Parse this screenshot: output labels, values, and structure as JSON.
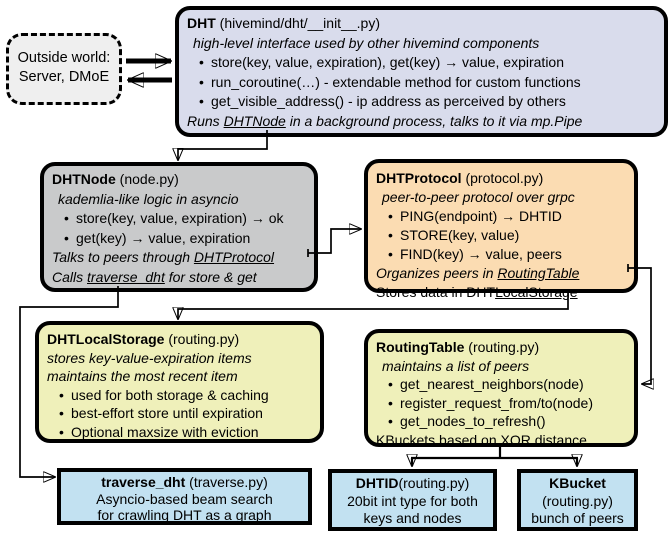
{
  "ui": {
    "bullet": "•"
  },
  "colors": {
    "border": "#000000",
    "dht_bg": "#d9dcec",
    "node_bg": "#c9cacb",
    "protocol_bg": "#fbdcb2",
    "storage_bg": "#eff0ba",
    "blue_bg": "#c2e1f1",
    "outside_bg": "#efefef"
  },
  "outside": {
    "lines": [
      "Outside world:",
      "Server, DMoE"
    ]
  },
  "dht": {
    "title_bold": "DHT",
    "title_rest": " (hivemind/dht/__init__.py)",
    "subtitle": "high-level interface used by other hivemind components",
    "bullets": [
      "store(key, value, expiration), get(key) → value, expiration",
      "run_coroutine(…) - extendable method for custom functions",
      "get_visible_address() - ip address as perceived by others"
    ],
    "footer_pre": "Runs ",
    "footer_underline": "DHTNode",
    "footer_post": " in a background process, talks to it via mp.Pipe"
  },
  "dhtnode": {
    "title_bold": "DHTNode",
    "title_rest": " (node.py)",
    "subtitle": "kademlia-like logic in asyncio",
    "bullets": [
      "store(key, value, expiration) → ok",
      "get(key) → value, expiration"
    ],
    "footer1_pre": "Talks to peers through ",
    "footer1_underline": "DHTProtocol",
    "footer2_pre": "Calls ",
    "footer2_underline": "traverse_dht",
    "footer2_post": " for store & get"
  },
  "dhtprotocol": {
    "title_bold": "DHTProtocol",
    "title_rest": " (protocol.py)",
    "subtitle": "peer-to-peer protocol over grpc",
    "bullets": [
      "PING(endpoint) → DHTID",
      "STORE(key, value)",
      "FIND(key) → value, peers"
    ],
    "footer1_pre": "Organizes peers in ",
    "footer1_underline": "RoutingTable",
    "footer2_pre": "Stores data in DHT",
    "footer2_underline": "LocalStorage"
  },
  "dhtlocalstorage": {
    "title_bold": "DHTLocalStorage",
    "title_rest": " (routing.py)",
    "subtitles": [
      "stores key-value-expiration items",
      "maintains the most recent item"
    ],
    "bullets": [
      "used for both storage & caching",
      "best-effort store until expiration",
      "Optional maxsize with eviction"
    ]
  },
  "routingtable": {
    "title_bold": "RoutingTable",
    "title_rest": " (routing.py)",
    "subtitle": "maintains a list of peers",
    "bullets": [
      "get_nearest_neighbors(node)",
      "register_request_from/to(node)",
      "get_nodes_to_refresh()"
    ],
    "footer": "KBuckets based on XOR distance"
  },
  "traverse": {
    "title_bold": "traverse_dht",
    "title_rest": " (traverse.py)",
    "lines": [
      "Asyncio-based beam search",
      "for crawling DHT as a graph"
    ]
  },
  "dhtid": {
    "title_bold": "DHTID",
    "title_rest": "(routing.py)",
    "lines": [
      "20bit int type for both",
      "keys and nodes"
    ]
  },
  "kbucket": {
    "title_bold": "KBucket",
    "lines": [
      "(routing.py)",
      "bunch of peers"
    ]
  }
}
